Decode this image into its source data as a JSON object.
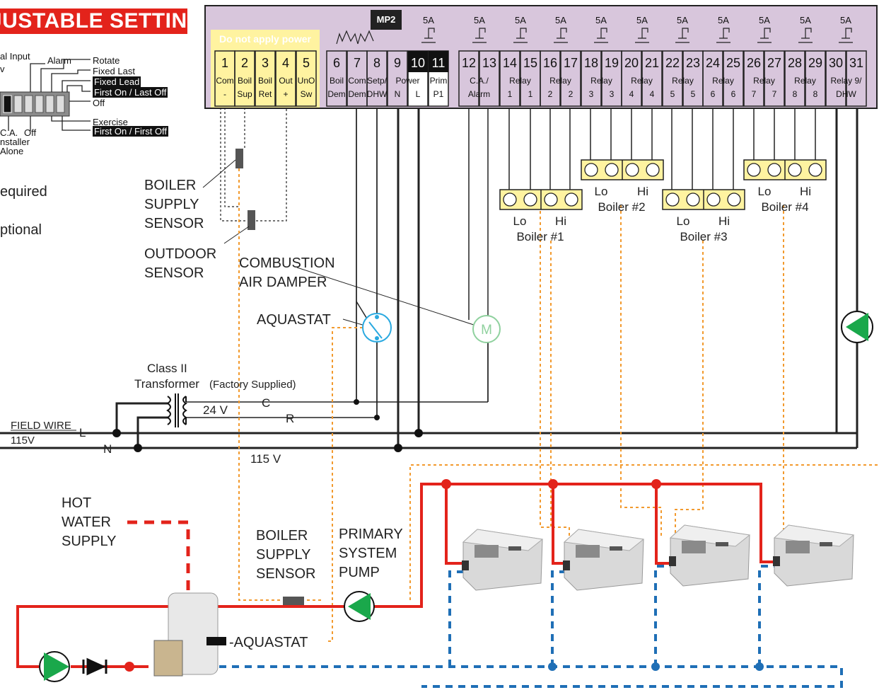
{
  "title": "JUSTABLE SETTINGS",
  "dip": {
    "ext_input": "al Input",
    "v": "v",
    "alarm": "Alarm",
    "rotate": "Rotate",
    "fixed_last": "Fixed Last",
    "fixed_lead": "Fixed Lead",
    "first_on_last_off": "First On / Last Off",
    "off": "Off",
    "exercise": "Exercise",
    "first_on_first_off": "First On / First Off",
    "ca": "C.A.",
    "off2": "Off",
    "installer": "nstaller",
    "alone": "Alone"
  },
  "left_notes": {
    "required": "equired",
    "optional": "ptional"
  },
  "controller": {
    "brand": "MP2",
    "warning": "Do not apply power",
    "fuses": [
      "5A",
      "5A",
      "5A",
      "5A",
      "5A",
      "5A",
      "5A",
      "5A",
      "5A",
      "5A",
      "5A"
    ],
    "terminals": [
      "1",
      "2",
      "3",
      "4",
      "5",
      "6",
      "7",
      "8",
      "9",
      "10",
      "11",
      "12",
      "13",
      "14",
      "15",
      "16",
      "17",
      "18",
      "19",
      "20",
      "21",
      "22",
      "23",
      "24",
      "25",
      "26",
      "27",
      "28",
      "29",
      "30",
      "31"
    ],
    "groups": [
      {
        "l1": "Com",
        "l2": "-"
      },
      {
        "l1": "Boil",
        "l2": "Sup"
      },
      {
        "l1": "Boil",
        "l2": "Ret"
      },
      {
        "l1": "Out",
        "l2": "+"
      },
      {
        "l1": "UnO",
        "l2": "Sw"
      },
      {
        "l1": "Boil",
        "l2": "Dem"
      },
      {
        "l1": "Com",
        "l2": "Dem"
      },
      {
        "l1": "Setp/",
        "l2": "DHW"
      },
      {
        "l1": "Power",
        "l2a": "N",
        "l2b": "L"
      },
      {
        "l1": "Prim",
        "l2": "P1"
      },
      {
        "l1": "C.A./",
        "l2": "Alarm"
      },
      {
        "l1": "Relay",
        "l2a": "1",
        "l2b": "1"
      },
      {
        "l1": "Relay",
        "l2a": "2",
        "l2b": "2"
      },
      {
        "l1": "Relay",
        "l2a": "3",
        "l2b": "3"
      },
      {
        "l1": "Relay",
        "l2a": "4",
        "l2b": "4"
      },
      {
        "l1": "Relay",
        "l2a": "5",
        "l2b": "5"
      },
      {
        "l1": "Relay",
        "l2a": "6",
        "l2b": "6"
      },
      {
        "l1": "Relay",
        "l2a": "7",
        "l2b": "7"
      },
      {
        "l1": "Relay",
        "l2a": "8",
        "l2b": "8"
      },
      {
        "l1": "Relay 9/",
        "l2": "DHW"
      }
    ]
  },
  "boilers": [
    {
      "lo": "Lo",
      "hi": "Hi",
      "name": "Boiler #1"
    },
    {
      "lo": "Lo",
      "hi": "Hi",
      "name": "Boiler #2"
    },
    {
      "lo": "Lo",
      "hi": "Hi",
      "name": "Boiler #3"
    },
    {
      "lo": "Lo",
      "hi": "Hi",
      "name": "Boiler #4"
    }
  ],
  "labels": {
    "boiler_supply_sensor": [
      "BOILER",
      "SUPPLY",
      "SENSOR"
    ],
    "outdoor_sensor": [
      "OUTDOOR",
      "SENSOR"
    ],
    "combustion_air_damper": [
      "COMBUSTION",
      "AIR DAMPER"
    ],
    "aquastat": "AQUASTAT",
    "aquastat2": "-AQUASTAT",
    "class2": "Class II",
    "transformer": "Transformer",
    "factory_supplied": "(Factory Supplied)",
    "v24": "24 V",
    "c": "C",
    "r": "R",
    "field_wire": "FIELD WIRE",
    "v115a": "115V",
    "l": "L",
    "n": "N",
    "v115b": "115 V",
    "motor": "M",
    "hot_water_supply": [
      "HOT",
      "WATER",
      "SUPPLY"
    ],
    "boiler_supply_sensor2": [
      "BOILER",
      "SUPPLY",
      "SENSOR"
    ],
    "primary_system_pump": [
      "PRIMARY",
      "SYSTEM",
      "PUMP"
    ]
  },
  "colors": {
    "supply": "#e3231b",
    "return": "#1f6fb6",
    "signal": "#f29a2e",
    "panel": "#d8c6dc",
    "pump": "#1aa84b",
    "aquastat": "#29a9e0",
    "motor": "#8fd19e",
    "yellow": "#fff3a0"
  }
}
